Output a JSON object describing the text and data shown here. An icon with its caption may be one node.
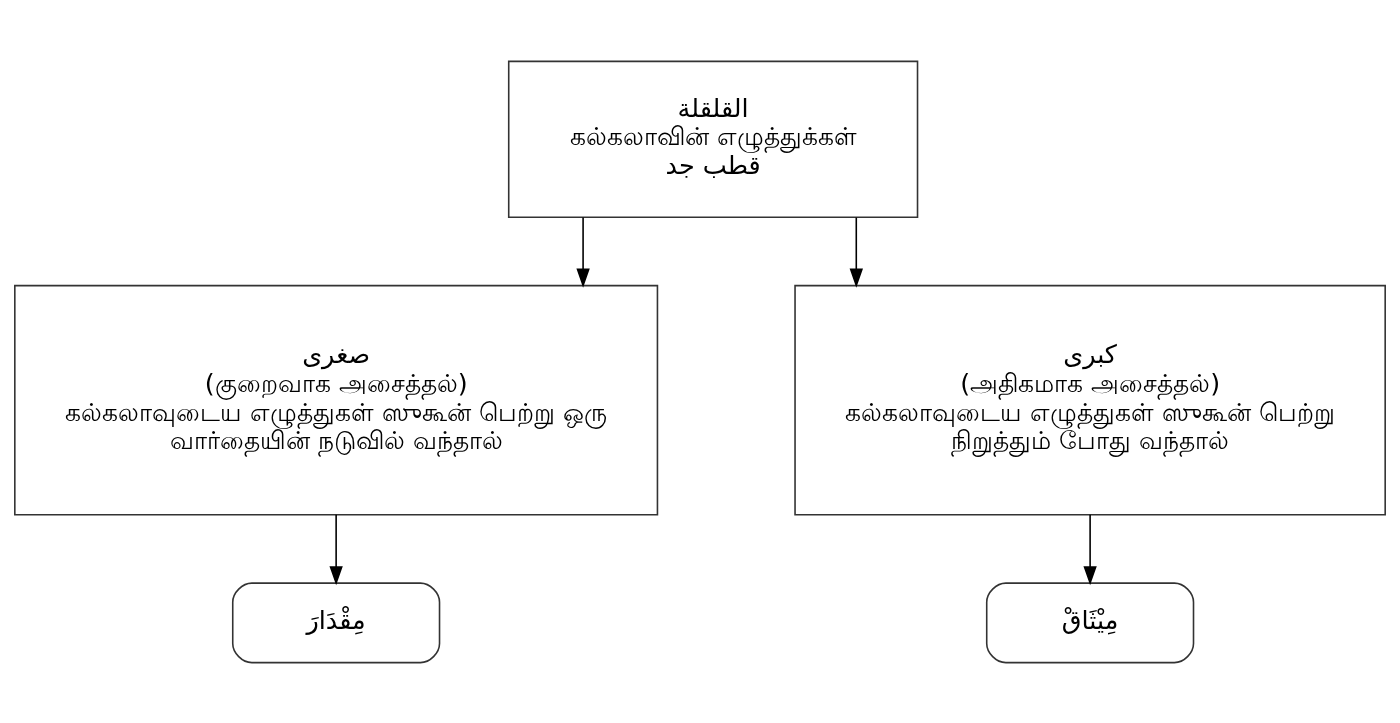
{
  "diagram": {
    "nodes": [
      {
        "text": [
          "القلقلة",
          "கல்கலாவின் எழுத்துக்கள்",
          "قطب جد"
        ]
      },
      {
        "text": [
          "صغرى",
          "(குறைவாக அசைத்தல்)",
          "கல்கலாவுடைய எழுத்துகள் ஸுகூன் பெற்று ஒரு வார்தையின் நடுவில் வந்தால்"
        ]
      },
      {
        "text": [
          "كبرى",
          "(அதிகமாக அசைத்தல்)",
          "கல்கலாவுடைய எழுத்துகள் ஸுகூன் பெற்று நிறுத்தும் போது வந்தால்"
        ]
      },
      {
        "text": [
          "مِقْدَارَ"
        ]
      },
      {
        "text": [
          "مِيْثَاقْ"
        ]
      }
    ],
    "edges": [
      {
        "from": 0,
        "to": 1,
        "arrow": "to"
      },
      {
        "from": 0,
        "to": 2,
        "arrow": "to"
      },
      {
        "from": 1,
        "to": 3,
        "arrow": "to"
      },
      {
        "from": 2,
        "to": 4,
        "arrow": "to"
      }
    ]
  }
}
